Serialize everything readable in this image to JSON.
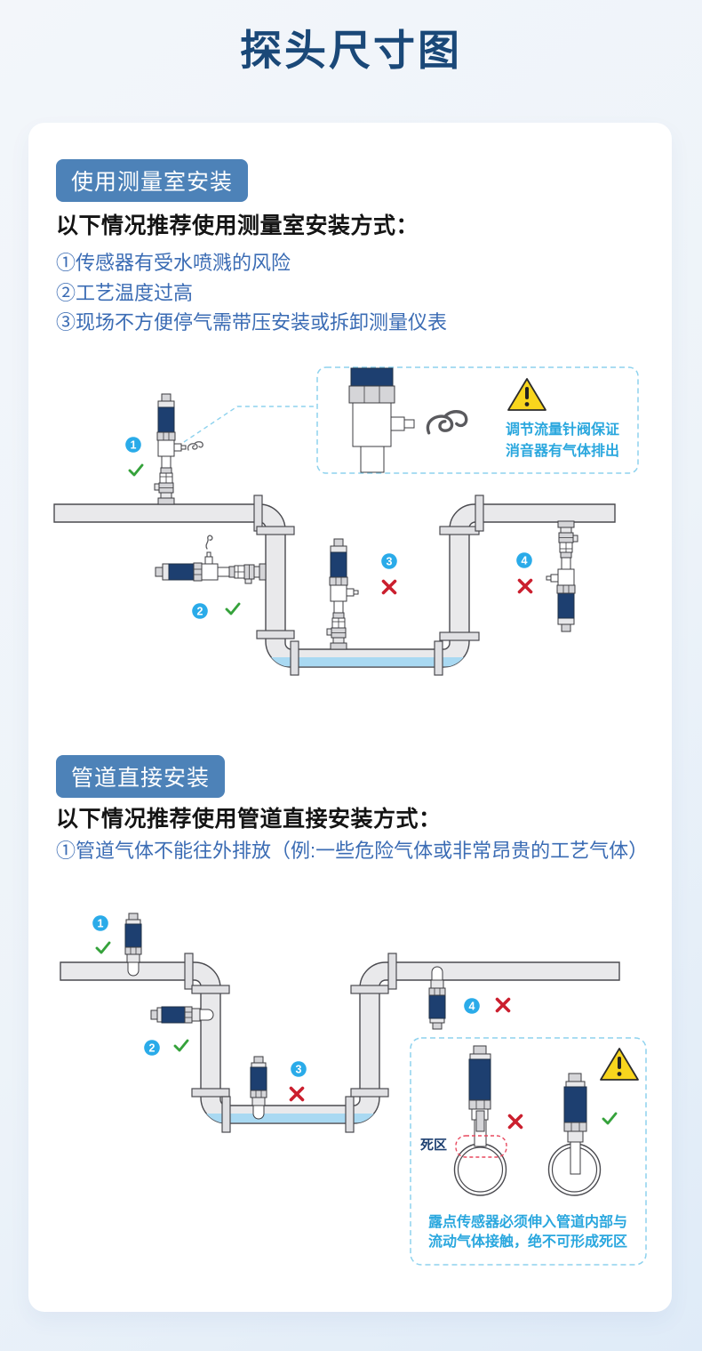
{
  "title": "探头尺寸图",
  "colors": {
    "title": "#1a4878",
    "badge_bg": "#4d82b8",
    "list_text": "#3b6cb4",
    "marker_circle": "#2aabe9",
    "check": "#35a23b",
    "cross": "#cb1f2e",
    "callout_border": "#8ed2ee",
    "callout_text": "#2aa7de",
    "warning_yellow": "#f8d51d",
    "water": "#a9d9f2",
    "sensor_navy": "#1d3f70"
  },
  "section1": {
    "badge": "使用测量室安装",
    "intro": "以下情况推荐使用测量室安装方式：",
    "items": [
      "①传感器有受水喷溅的风险",
      "②工艺温度过高",
      "③现场不方便停气需带压安装或拆卸测量仪表"
    ],
    "callout": {
      "line1": "调节流量针阀保证",
      "line2": "消音器有气体排出"
    },
    "markers": {
      "m1": "1",
      "m2": "2",
      "m3": "3",
      "m4": "4"
    }
  },
  "section2": {
    "badge": "管道直接安装",
    "intro": "以下情况推荐使用管道直接安装方式：",
    "items": [
      "①管道气体不能往外排放（例:一些危险气体或非常昂贵的工艺气体）"
    ],
    "callout": {
      "dead_zone": "死区",
      "line1": "露点传感器必须伸入管道内部与",
      "line2": "流动气体接触，绝不可形成死区"
    },
    "markers": {
      "m1": "1",
      "m2": "2",
      "m3": "3",
      "m4": "4"
    }
  }
}
